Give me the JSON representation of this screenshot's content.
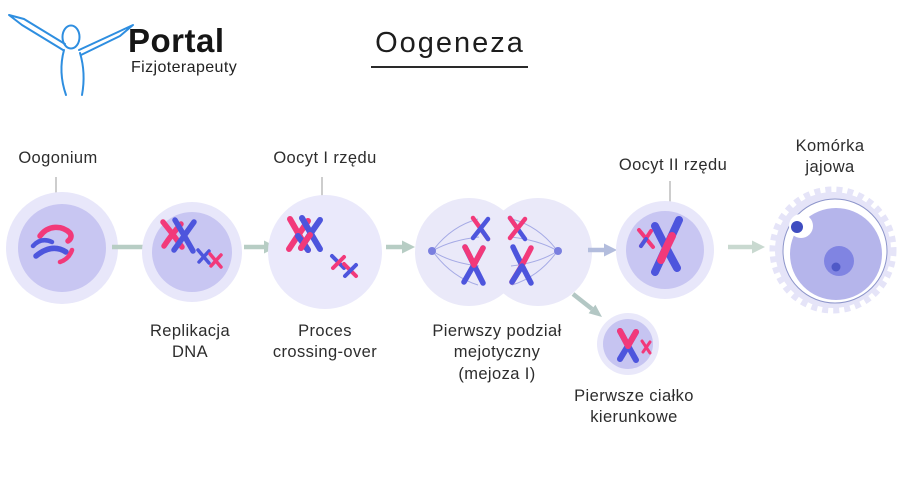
{
  "header": {
    "logo_title": "Portal",
    "logo_subtitle": "Fizjoterapeuty",
    "title": "Oogeneza"
  },
  "labels": {
    "oogonium": "Oogonium",
    "replikacja_line1": "Replikacja",
    "replikacja_line2": "DNA",
    "oocyt1": "Oocyt I rzędu",
    "proces_line1": "Proces",
    "proces_line2": "crossing-over",
    "podzial_line1": "Pierwszy podział",
    "podzial_line2": "mejotyczny",
    "podzial_line3": "(mejoza I)",
    "oocyt2": "Oocyt II rzędu",
    "cialko_line1": "Pierwsze ciałko",
    "cialko_line2": "kierunkowe",
    "komorka_line1": "Komórka",
    "komorka_line2": "jajowa"
  },
  "palette": {
    "chromosome_pink": "#f2397a",
    "chromosome_blue": "#4d55dd",
    "cell_outer": "#e8e7fa",
    "cell_inner": "#c8c6f2",
    "spindle": "#9aa0e2",
    "arrow_sage": "#b7cdc4",
    "arrow_bluegray": "#b3bddd",
    "arrow_pale": "#c9d9d0",
    "logo_blue": "#2e8ee0",
    "egg_cytoplasm": "#b5b5eb",
    "egg_nucleus": "#8084e2",
    "egg_nucleolus": "#4f59c7",
    "polar_dot": "#3f4dc0"
  }
}
